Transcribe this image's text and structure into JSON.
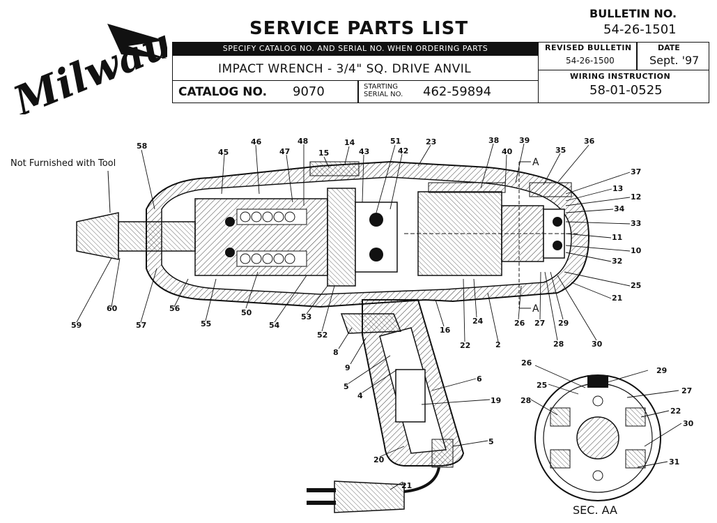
{
  "logo_text": "Milwaukee",
  "header": {
    "title": "SERVICE PARTS LIST",
    "bulletin_label": "BULLETIN NO.",
    "bulletin_no": "54-26-1501",
    "instruction": "SPECIFY CATALOG NO. AND SERIAL NO. WHEN ORDERING PARTS",
    "product": "IMPACT WRENCH - 3/4\" SQ. DRIVE ANVIL",
    "catalog_label": "CATALOG NO.",
    "catalog_no": "9070",
    "starting_serial_label_1": "STARTING",
    "starting_serial_label_2": "SERIAL NO.",
    "starting_serial_no": "462-59894",
    "revised_label": "REVISED BULLETIN",
    "revised_no": "54-26-1500",
    "date_label": "DATE",
    "date_value": "Sept. '97",
    "wiring_label": "WIRING INSTRUCTION",
    "wiring_no": "58-01-0525"
  },
  "annotations": {
    "not_furnished": "Not Furnished with Tool",
    "section_label": "SEC. AA",
    "section_marker": "A"
  },
  "part_numbers": [
    "58",
    "45",
    "46",
    "47",
    "48",
    "15",
    "14",
    "43",
    "51",
    "42",
    "23",
    "38",
    "40",
    "39",
    "35",
    "36",
    "37",
    "13",
    "12",
    "34",
    "33",
    "11",
    "10",
    "32",
    "25",
    "21",
    "60",
    "59",
    "57",
    "56",
    "55",
    "50",
    "54",
    "53",
    "52",
    "16",
    "24",
    "26",
    "27",
    "29",
    "28",
    "30",
    "22",
    "2",
    "8",
    "9",
    "5",
    "4",
    "6",
    "19",
    "5",
    "20",
    "21",
    "26",
    "29",
    "25",
    "27",
    "28",
    "22",
    "30",
    "31"
  ],
  "colors": {
    "ink": "#111111",
    "paper": "#ffffff"
  }
}
